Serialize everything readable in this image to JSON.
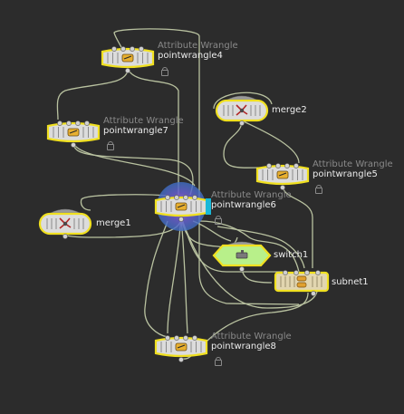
{
  "network": {
    "nodes": [
      {
        "id": "pointwrangle4",
        "type_label": "Attribute Wrangle",
        "name": "pointwrangle4",
        "kind": "wrangle",
        "locked": true,
        "selected": false
      },
      {
        "id": "merge2",
        "type_label": "",
        "name": "merge2",
        "kind": "merge",
        "locked": false,
        "selected": false
      },
      {
        "id": "pointwrangle7",
        "type_label": "Attribute Wrangle",
        "name": "pointwrangle7",
        "kind": "wrangle",
        "locked": true,
        "selected": false
      },
      {
        "id": "pointwrangle5",
        "type_label": "Attribute Wrangle",
        "name": "pointwrangle5",
        "kind": "wrangle",
        "locked": true,
        "selected": false
      },
      {
        "id": "pointwrangle6",
        "type_label": "Attribute Wrangle",
        "name": "pointwrangle6",
        "kind": "wrangle",
        "locked": true,
        "selected": true
      },
      {
        "id": "merge1",
        "type_label": "",
        "name": "merge1",
        "kind": "merge",
        "locked": false,
        "selected": false
      },
      {
        "id": "switch1",
        "type_label": "",
        "name": "switch1",
        "kind": "switch",
        "locked": false,
        "selected": false
      },
      {
        "id": "subnet1",
        "type_label": "",
        "name": "subnet1",
        "kind": "subnet",
        "locked": false,
        "selected": false
      },
      {
        "id": "pointwrangle8",
        "type_label": "Attribute Wrangle",
        "name": "pointwrangle8",
        "kind": "wrangle",
        "locked": true,
        "selected": false
      }
    ],
    "colors": {
      "background": "#2c2c2c",
      "wire": "#b9c2a0",
      "node_outline": "#f0e020",
      "node_body": "#dcdcdc",
      "switch_body": "#b8f08a",
      "subnet_body": "#e2d6b0",
      "selection_halo": "#4a78c8",
      "display_flag": "#19b8d8"
    },
    "icons": {
      "wrangle": "wrangle-icon",
      "merge": "merge-icon",
      "switch": "switch-icon",
      "subnet": "subnet-icon",
      "lock": "lock-icon"
    }
  }
}
